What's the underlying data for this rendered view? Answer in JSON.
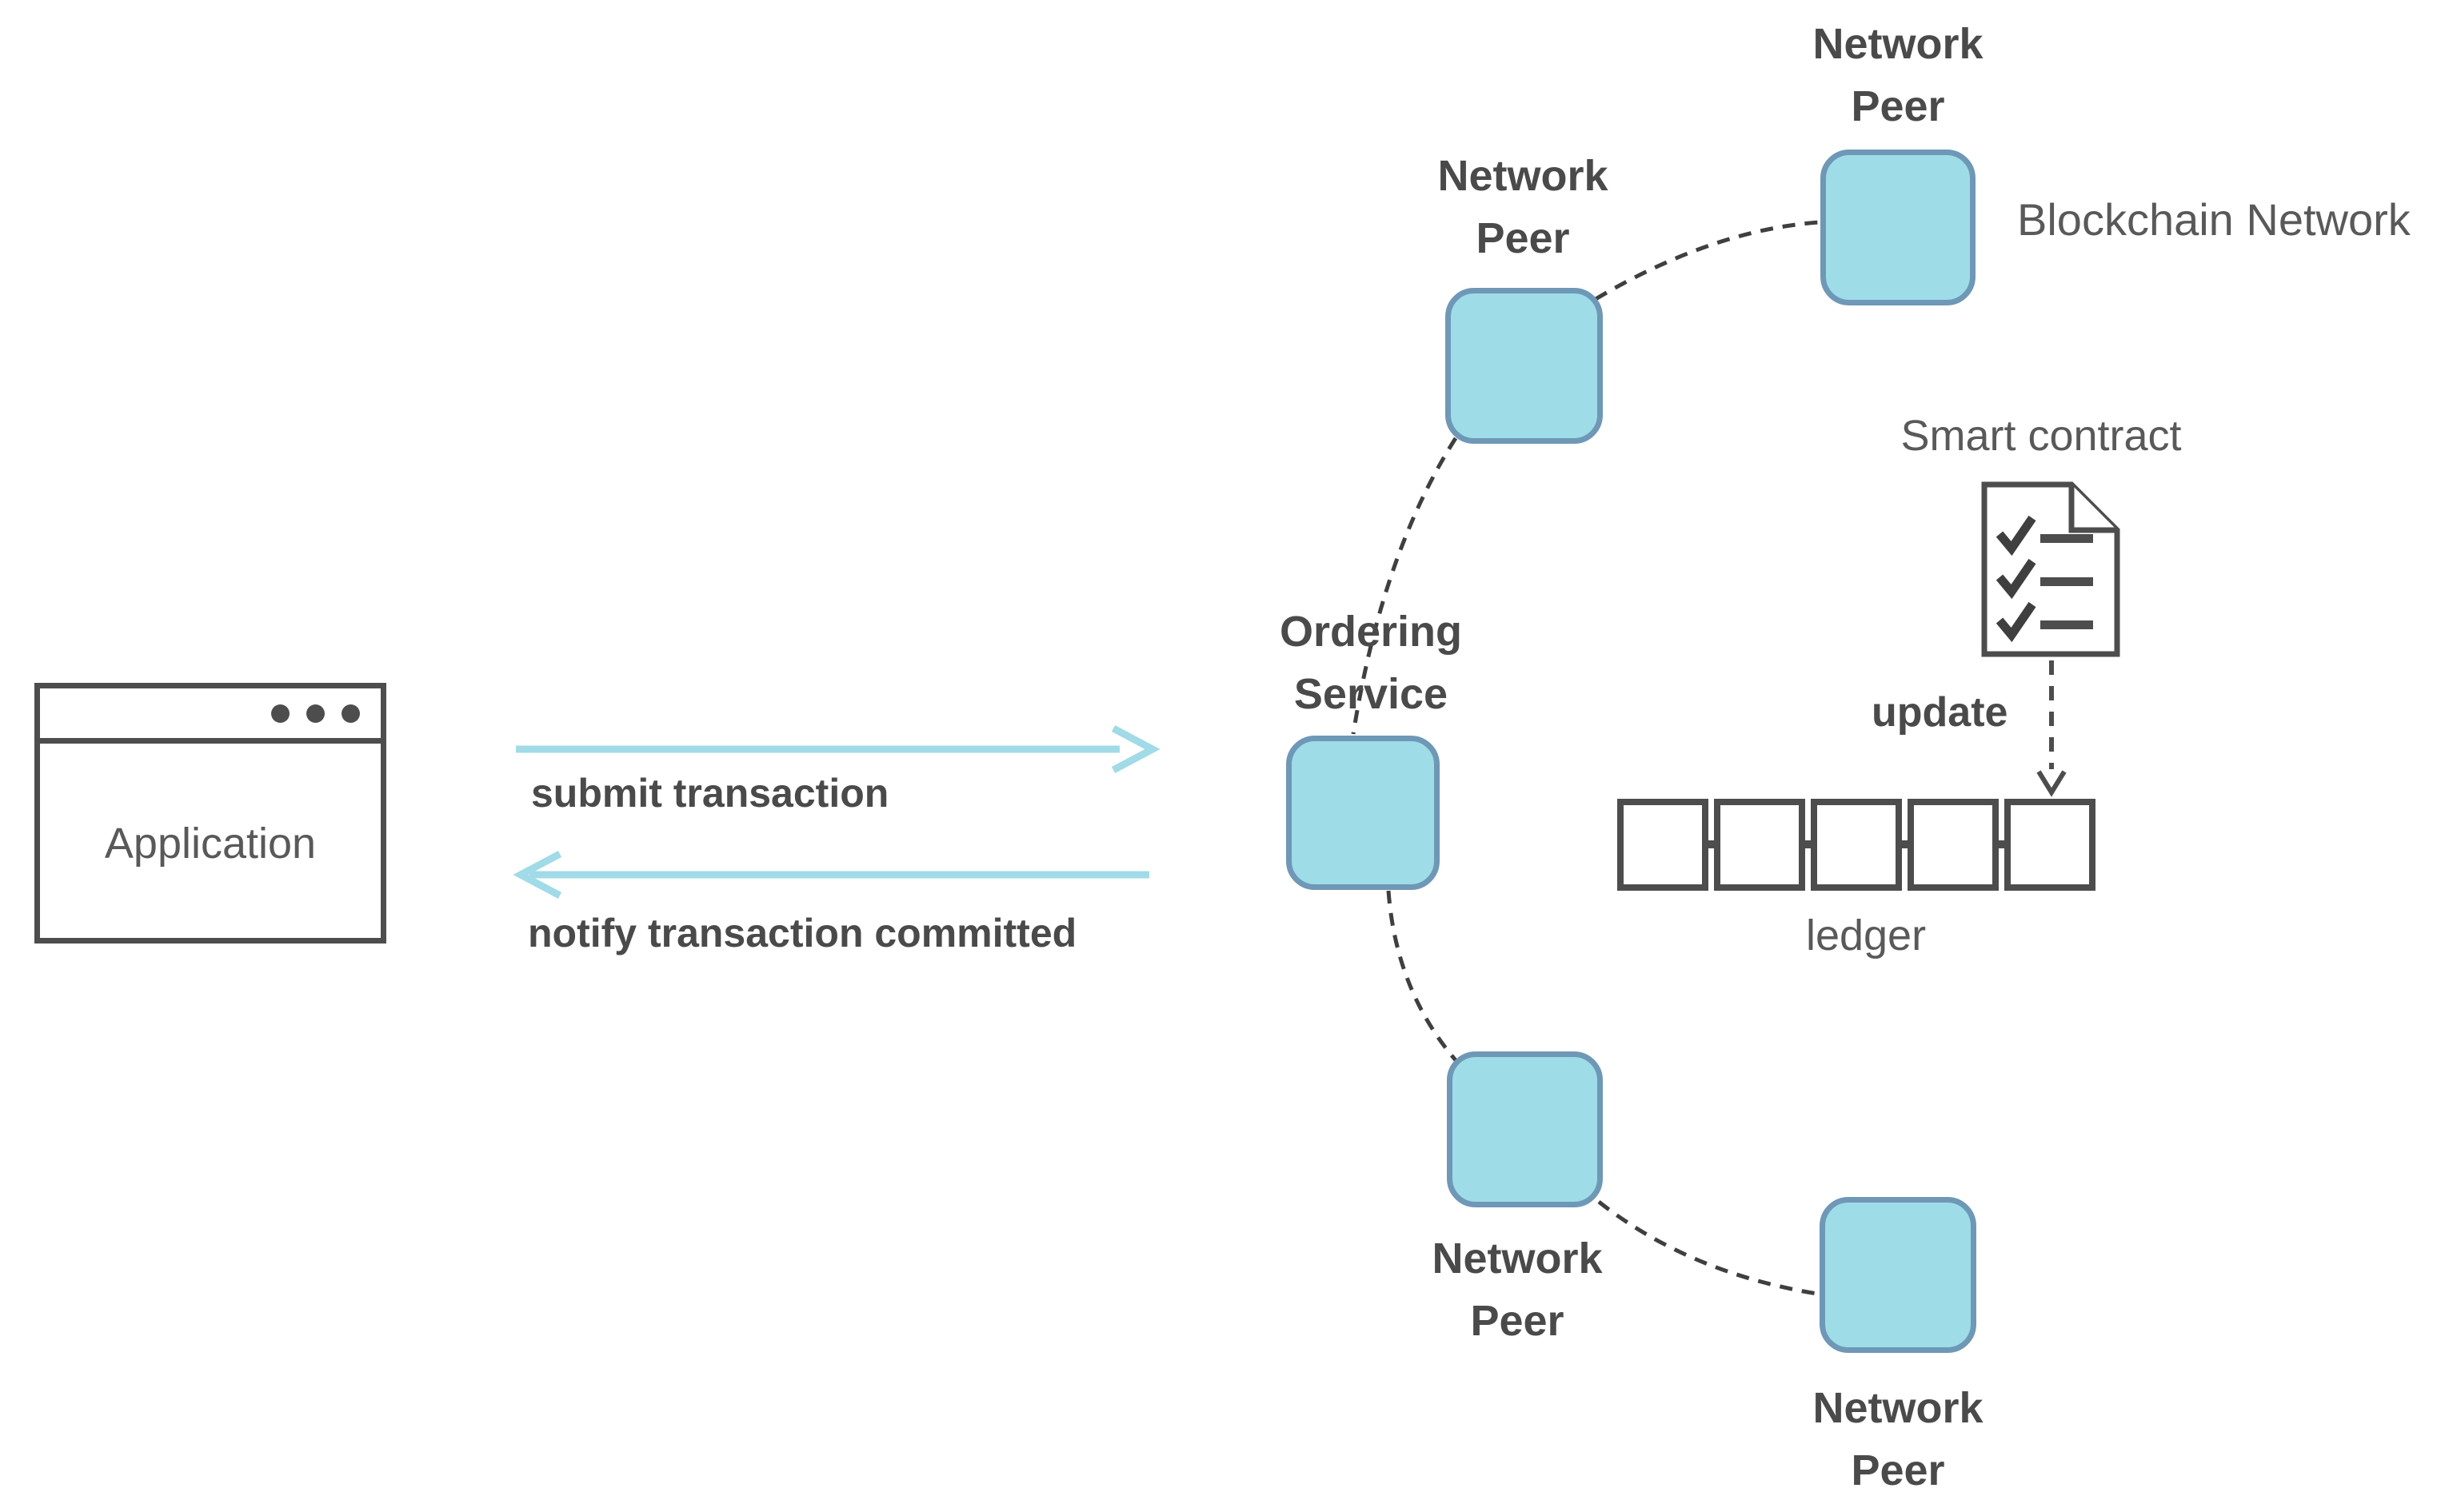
{
  "diagram": {
    "application_window": {
      "label": "Application",
      "window_dots_count": 3
    },
    "flows": {
      "submit_label": "submit transaction",
      "notify_label": "notify transaction committed"
    },
    "network": {
      "caption": "Blockchain Network",
      "peer_label_top": "Network Peer",
      "peer_label_upper": "Network Peer",
      "ordering_label": "Ordering Service",
      "peer_label_lower": "Network Peer",
      "peer_label_bottom": "Network Peer"
    },
    "smart_contract": {
      "caption": "Smart contract",
      "update_label": "update",
      "checklist_rows": 3
    },
    "ledger": {
      "caption": "ledger",
      "block_count": 5
    },
    "colors": {
      "node_fill": "#9edce8",
      "node_border": "#6e98b6",
      "flow_arrow": "#a0dbe7",
      "connector_dash": "#3f3f3f",
      "outline_dark": "#4d4d4d",
      "text_dark": "#4a4a4a",
      "text_mid": "#595959"
    }
  }
}
